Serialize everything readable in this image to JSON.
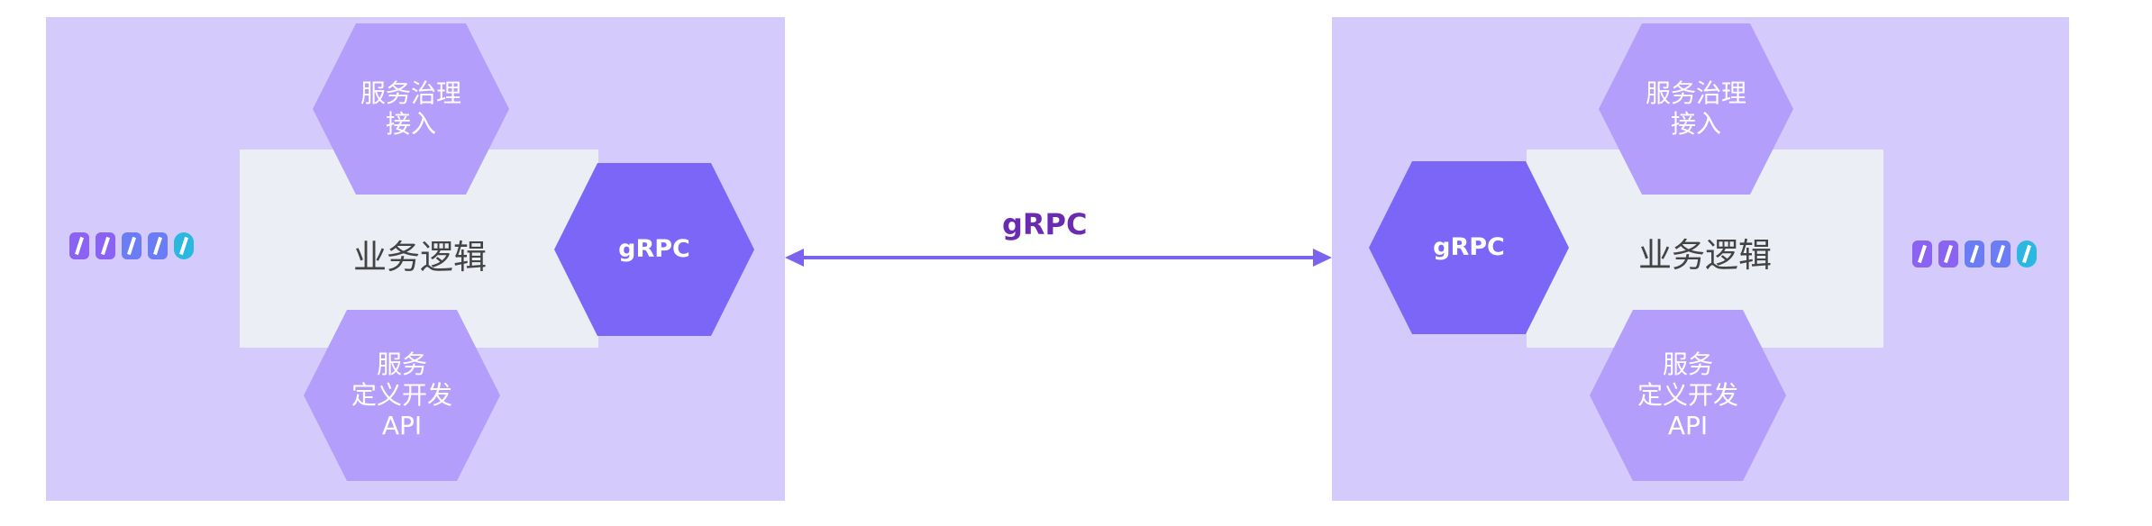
{
  "colors": {
    "panel": "#d5cafc",
    "core": "#ebeef5",
    "hex_light": "#b49efc",
    "hex_dark": "#7c66f7",
    "arrow": "#7b63f0",
    "link_label": "#6b2bb0",
    "logo_gradient": [
      "#8a63f2",
      "#6a7df5",
      "#2ab7e2"
    ]
  },
  "logo": {
    "text": "DUBBO"
  },
  "left_service": {
    "core_label": "业务逻辑",
    "governance": [
      "服务治理",
      "接入"
    ],
    "definition": [
      "服务",
      "定义开发",
      "API"
    ],
    "protocol": "gRPC"
  },
  "right_service": {
    "core_label": "业务逻辑",
    "governance": [
      "服务治理",
      "接入"
    ],
    "definition": [
      "服务",
      "定义开发",
      "API"
    ],
    "protocol": "gRPC"
  },
  "link": {
    "label": "gRPC",
    "direction": "bidirectional"
  }
}
